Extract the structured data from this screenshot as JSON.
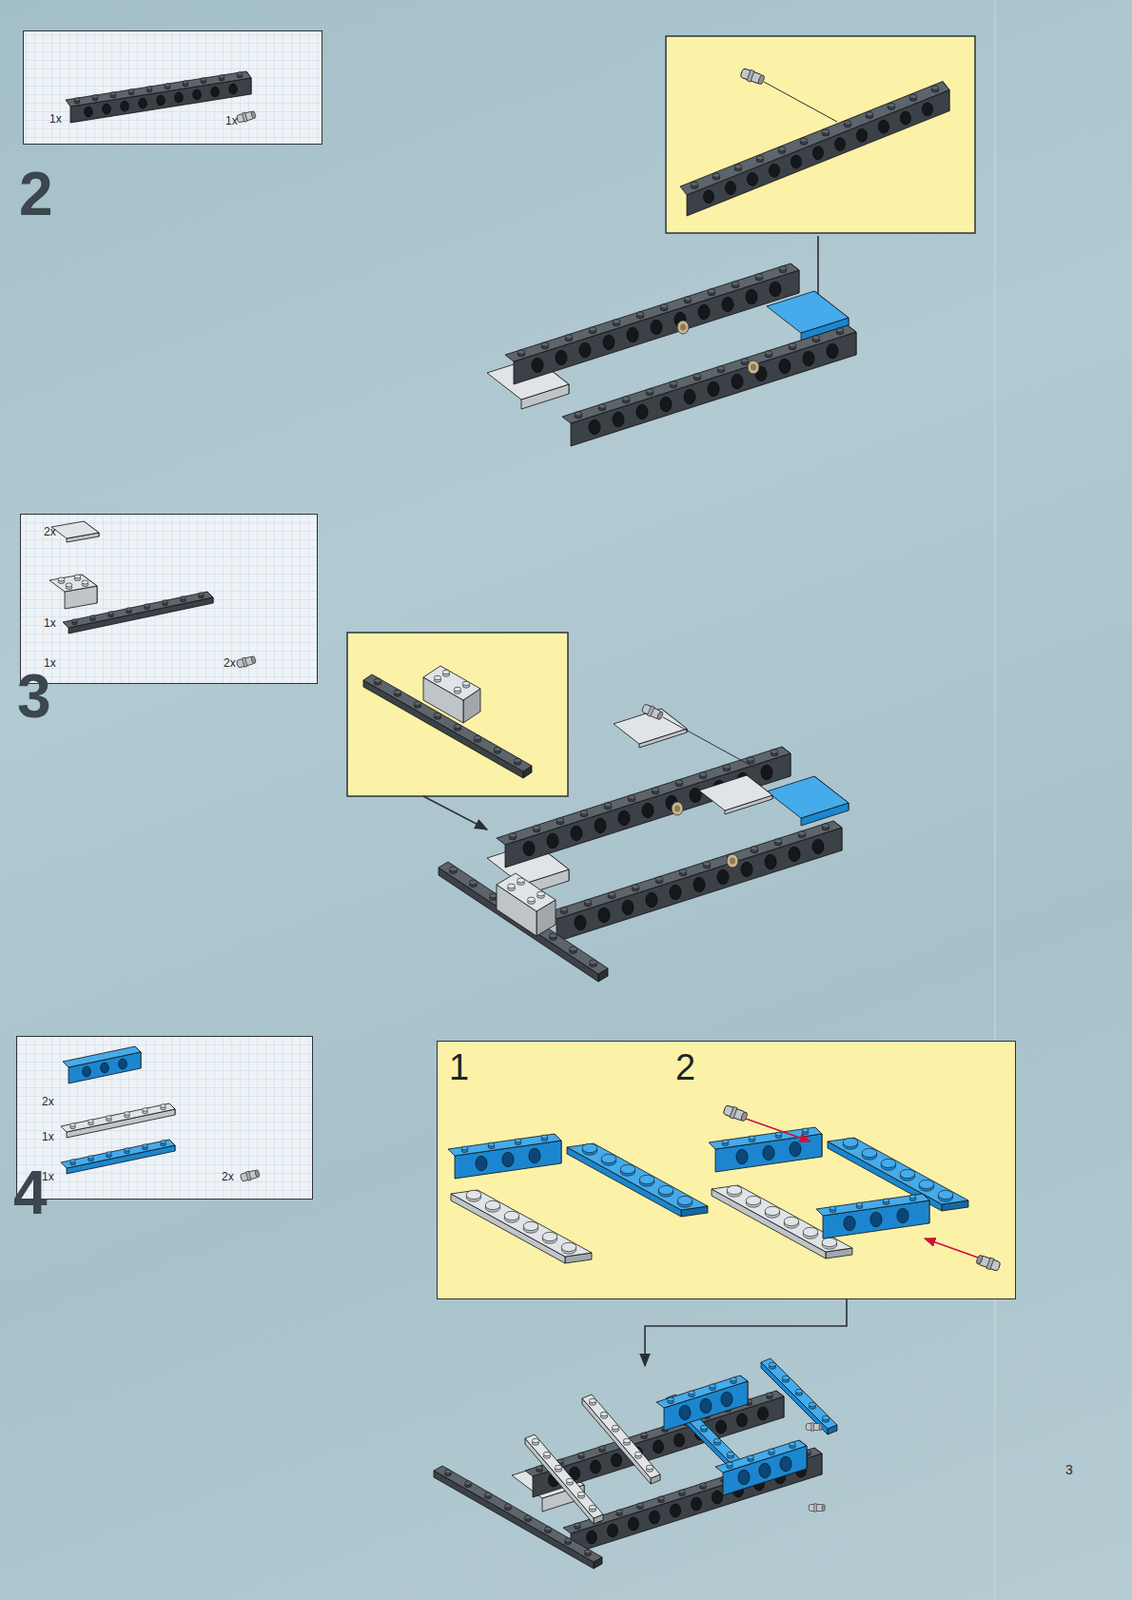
{
  "diagram": {
    "nodes": [
      {
        "text": [
          "1x",
          "1x"
        ]
      },
      {
        "text": [
          "2x",
          "1x",
          "1x",
          "2x"
        ]
      },
      {
        "text": [
          "2x",
          "1x",
          "1x",
          "2x"
        ]
      },
      {
        "text": [
          "1",
          "2"
        ]
      }
    ],
    "labels": [
      "2",
      "3",
      "4",
      "3"
    ]
  }
}
